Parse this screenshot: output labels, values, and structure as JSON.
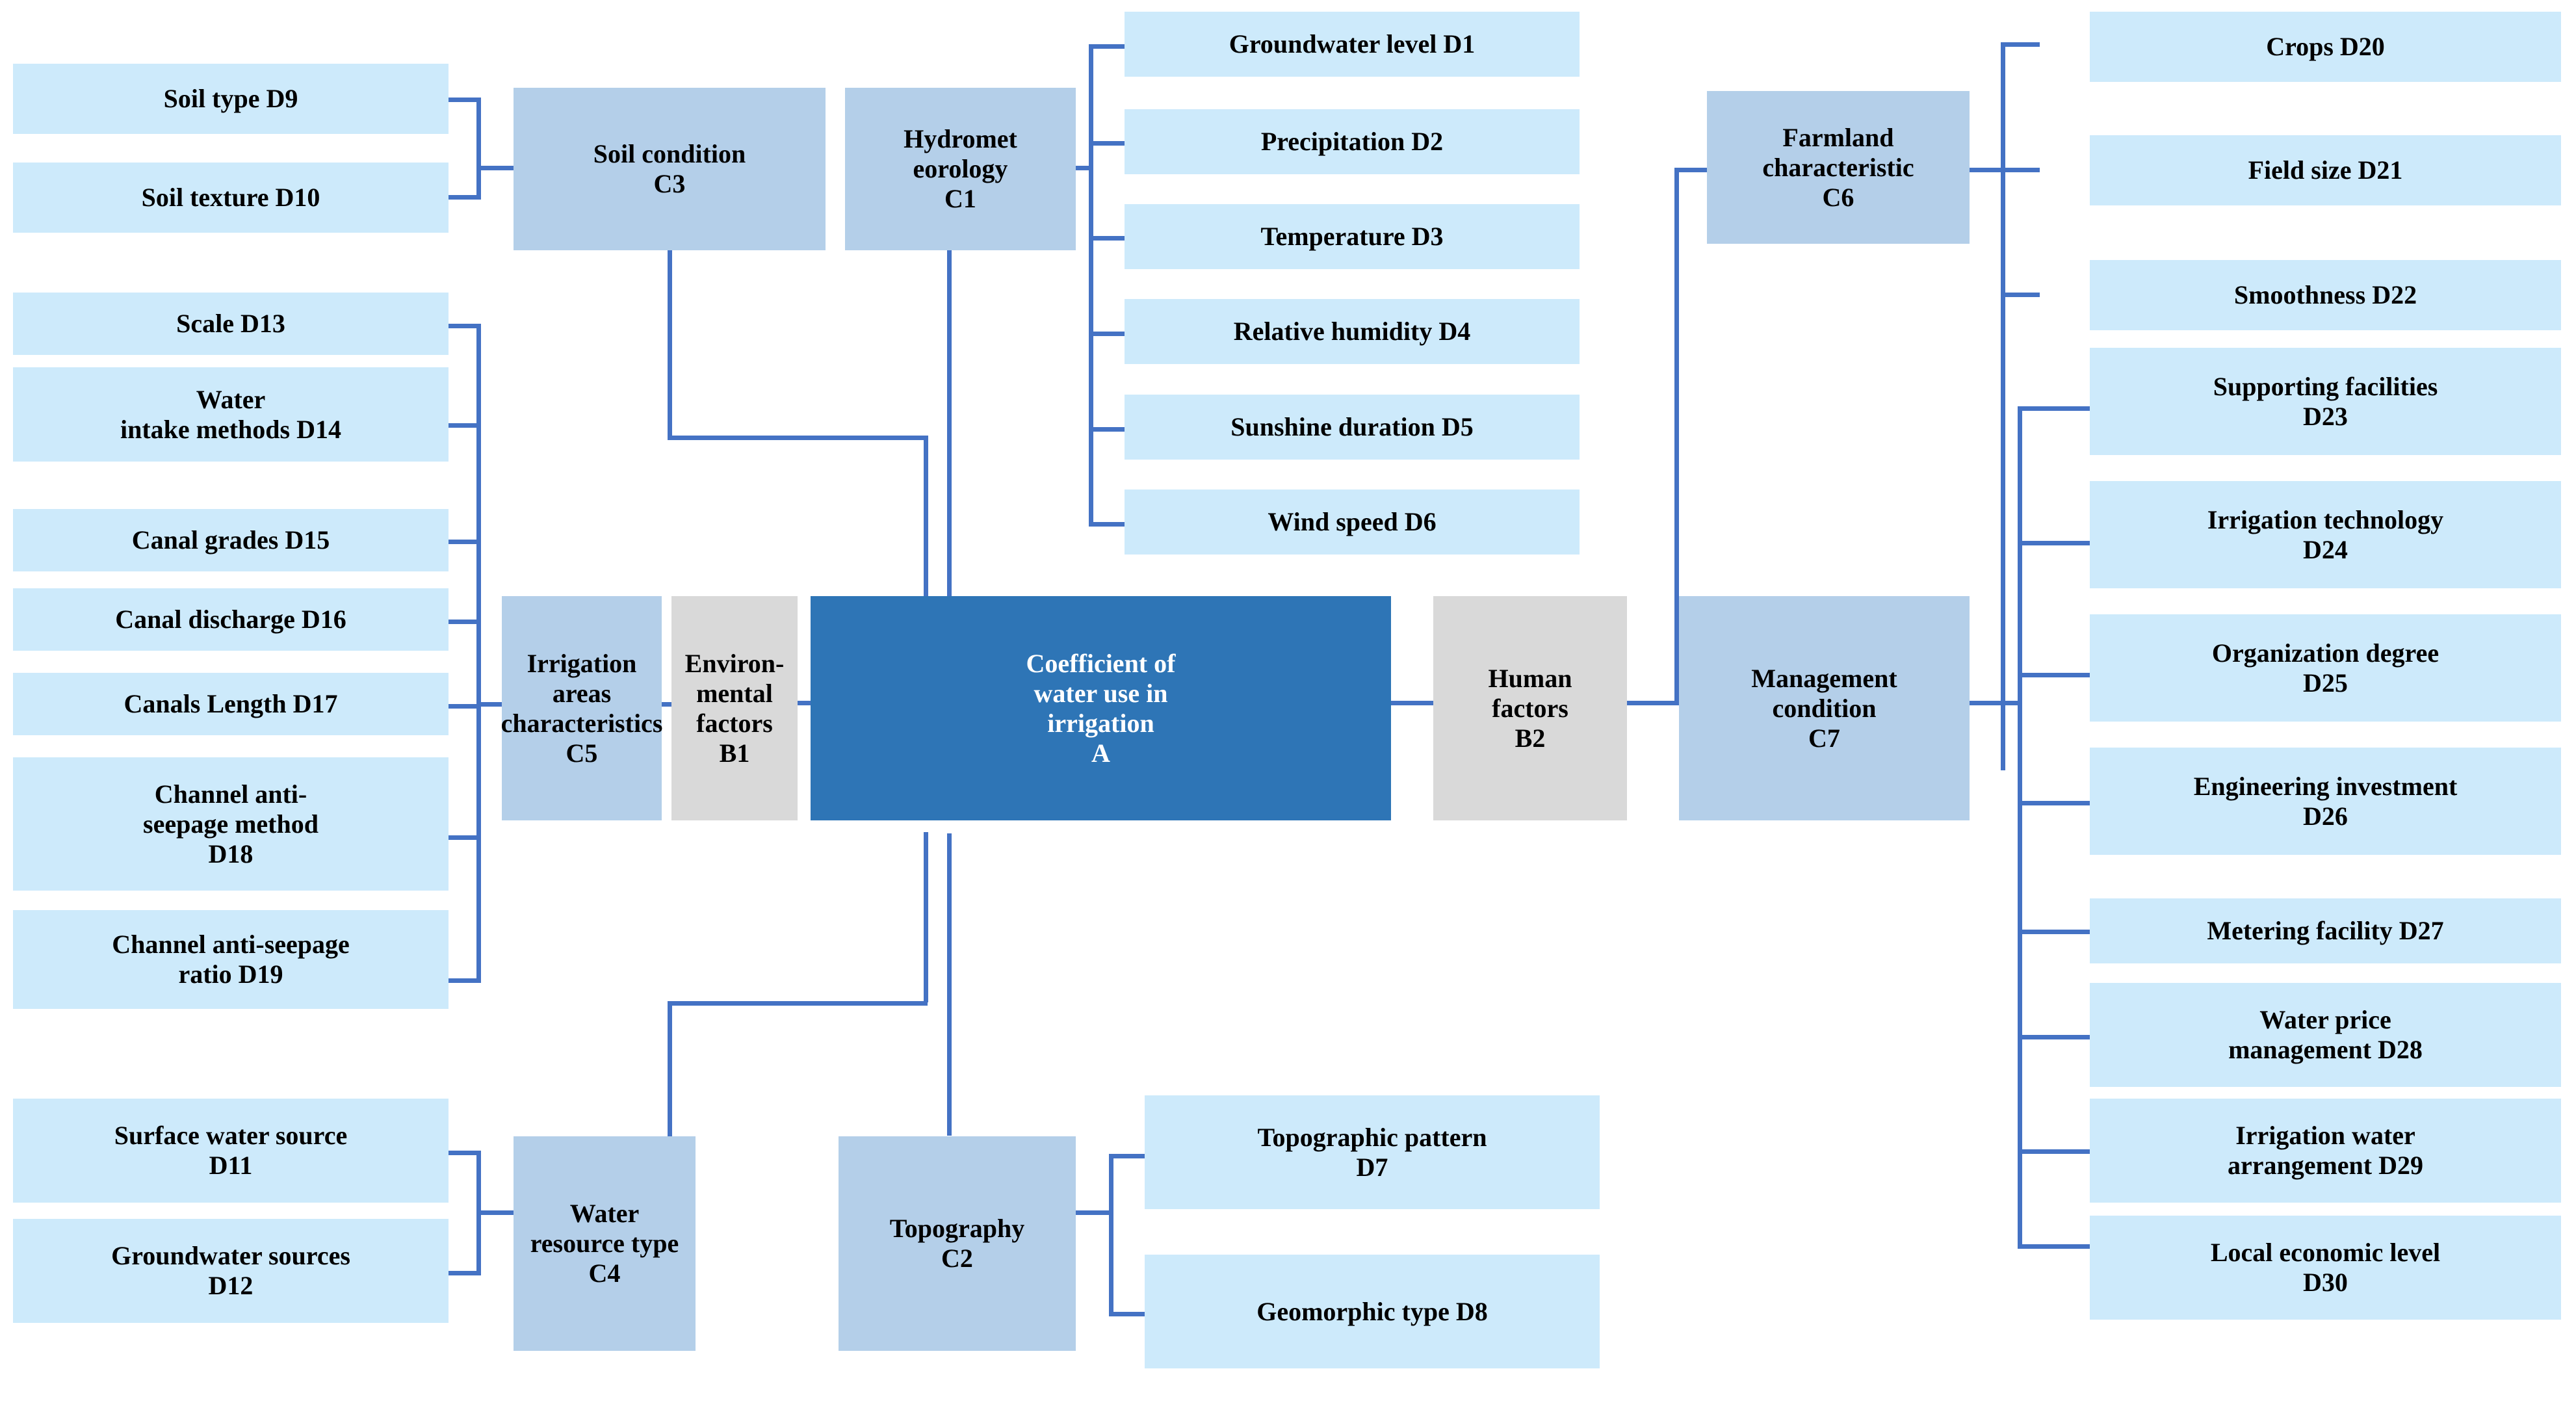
{
  "diagram": {
    "title": "Coefficient of water use in irrigation hierarchy",
    "colors": {
      "level_d_fill": "#CDEAFB",
      "level_c_fill": "#B4CFE9",
      "level_b_fill": "#D9D9D9",
      "goal_fill": "#2E75B6",
      "goal_text": "#FFFFFF",
      "connector": "#4472C4",
      "background": "#FFFFFF"
    },
    "goal": {
      "label": "Coefficient of\nwater use in\nirrigation\nA"
    },
    "criteria_b": [
      {
        "id": "B1",
        "label": "Environ-\nmental\nfactors\nB1"
      },
      {
        "id": "B2",
        "label": "Human\nfactors\nB2"
      }
    ],
    "criteria_c": [
      {
        "id": "C1",
        "label": "Hydromet\neorology\nC1"
      },
      {
        "id": "C2",
        "label": "Topography\nC2"
      },
      {
        "id": "C3",
        "label": "Soil condition\nC3"
      },
      {
        "id": "C4",
        "label": "Water\nresource type\nC4"
      },
      {
        "id": "C5",
        "label": "Irrigation\nareas\ncharacteristics\nC5"
      },
      {
        "id": "C6",
        "label": "Farmland\ncharacteristic\nC6"
      },
      {
        "id": "C7",
        "label": "Management\ncondition\nC7"
      }
    ],
    "indicators_d": [
      {
        "id": "D1",
        "label": "Groundwater level D1"
      },
      {
        "id": "D2",
        "label": "Precipitation  D2"
      },
      {
        "id": "D3",
        "label": "Temperature D3"
      },
      {
        "id": "D4",
        "label": "Relative humidity  D4"
      },
      {
        "id": "D5",
        "label": "Sunshine duration D5"
      },
      {
        "id": "D6",
        "label": "Wind speed D6"
      },
      {
        "id": "D7",
        "label": "Topographic pattern\nD7"
      },
      {
        "id": "D8",
        "label": "Geomorphic type D8"
      },
      {
        "id": "D9",
        "label": "Soil type D9"
      },
      {
        "id": "D10",
        "label": "Soil texture D10"
      },
      {
        "id": "D11",
        "label": "Surface water source\nD11"
      },
      {
        "id": "D12",
        "label": "Groundwater sources\nD12"
      },
      {
        "id": "D13",
        "label": "Scale D13"
      },
      {
        "id": "D14",
        "label": "Water\nintake methods D14"
      },
      {
        "id": "D15",
        "label": "Canal grades D15"
      },
      {
        "id": "D16",
        "label": "Canal discharge D16"
      },
      {
        "id": "D17",
        "label": "Canals Length D17"
      },
      {
        "id": "D18",
        "label": "Channel anti-\nseepage method\nD18"
      },
      {
        "id": "D19",
        "label": "Channel anti-seepage\nratio D19"
      },
      {
        "id": "D20",
        "label": "Crops D20"
      },
      {
        "id": "D21",
        "label": "Field size D21"
      },
      {
        "id": "D22",
        "label": "Smoothness D22"
      },
      {
        "id": "D23",
        "label": "Supporting facilities\nD23"
      },
      {
        "id": "D24",
        "label": "Irrigation technology\nD24"
      },
      {
        "id": "D25",
        "label": "Organization degree\nD25"
      },
      {
        "id": "D26",
        "label": "Engineering investment\nD26"
      },
      {
        "id": "D27",
        "label": "Metering facility D27"
      },
      {
        "id": "D28",
        "label": "Water price\nmanagement D28"
      },
      {
        "id": "D29",
        "label": "Irrigation water\narrangement D29"
      },
      {
        "id": "D30",
        "label": "Local economic level\nD30"
      }
    ]
  }
}
